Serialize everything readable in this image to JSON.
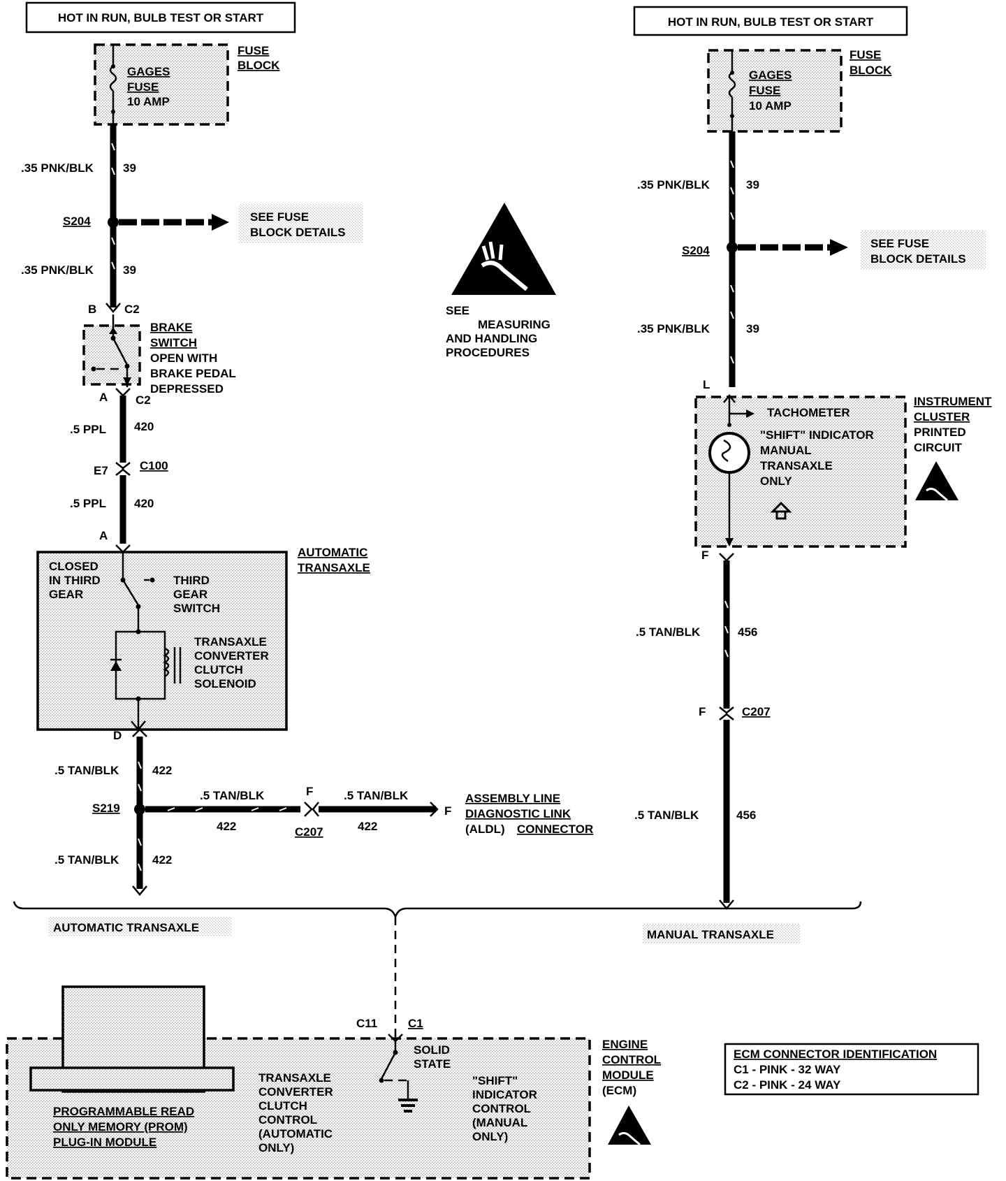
{
  "left_top_header": "HOT IN RUN, BULB TEST OR START",
  "right_top_header": "HOT IN RUN, BULB TEST OR START",
  "fuse_block_label": [
    "FUSE",
    "BLOCK"
  ],
  "gages_fuse": [
    "GAGES",
    "FUSE",
    "10 AMP"
  ],
  "wire_labels": {
    "pnk_blk": ".35 PNK/BLK",
    "ppl": ".5 PPL",
    "tan_blk": ".5 TAN/BLK",
    "c39": "39",
    "c420": "420",
    "c422": "422",
    "c456": "456"
  },
  "splices": {
    "s204": "S204",
    "s219": "S219"
  },
  "see_fuse_details": [
    "SEE FUSE",
    "BLOCK DETAILS"
  ],
  "connectors": {
    "b": "B",
    "a": "A",
    "c2": "C2",
    "e7": "E7",
    "c100": "C100",
    "d": "D",
    "f": "F",
    "c207": "C207",
    "l": "L",
    "c11": "C11",
    "c1": "C1"
  },
  "brake_switch": [
    "BRAKE",
    "SWITCH",
    "OPEN WITH",
    "BRAKE PEDAL",
    "DEPRESSED"
  ],
  "see_measuring": [
    "SEE",
    "MEASURING",
    "AND HANDLING",
    "PROCEDURES"
  ],
  "automatic_transaxle_label": [
    "AUTOMATIC",
    "TRANSAXLE"
  ],
  "closed_in_third": [
    "CLOSED",
    "IN THIRD",
    "GEAR"
  ],
  "third_gear_switch": [
    "THIRD",
    "GEAR",
    "SWITCH"
  ],
  "tcc_solenoid": [
    "TRANSAXLE",
    "CONVERTER",
    "CLUTCH",
    "SOLENOID"
  ],
  "aldl": [
    "ASSEMBLY LINE",
    "DIAGNOSTIC LINK",
    "(ALDL)",
    "CONNECTOR"
  ],
  "instrument_cluster": [
    "INSTRUMENT",
    "CLUSTER",
    "PRINTED",
    "CIRCUIT"
  ],
  "cluster_items": [
    "TACHOMETER",
    "\"SHIFT\" INDICATOR",
    "MANUAL",
    "TRANSAXLE",
    "ONLY"
  ],
  "branch_automatic": "AUTOMATIC TRANSAXLE",
  "branch_manual": "MANUAL TRANSAXLE",
  "prom": [
    "PROGRAMMABLE READ",
    "ONLY MEMORY (PROM)",
    "PLUG-IN MODULE"
  ],
  "tcc_control": [
    "TRANSAXLE",
    "CONVERTER",
    "CLUTCH",
    "CONTROL",
    "(AUTOMATIC",
    "ONLY)"
  ],
  "solid_state": [
    "SOLID",
    "STATE"
  ],
  "shift_control": [
    "\"SHIFT\"",
    "INDICATOR",
    "CONTROL",
    "(MANUAL",
    "ONLY)"
  ],
  "ecm_label": [
    "ENGINE",
    "CONTROL",
    "MODULE",
    "(ECM)"
  ],
  "ecm_connector_id": {
    "title": "ECM CONNECTOR IDENTIFICATION",
    "rows": [
      "C1 - PINK - 32 WAY",
      "C2 - PINK - 24 WAY"
    ]
  }
}
